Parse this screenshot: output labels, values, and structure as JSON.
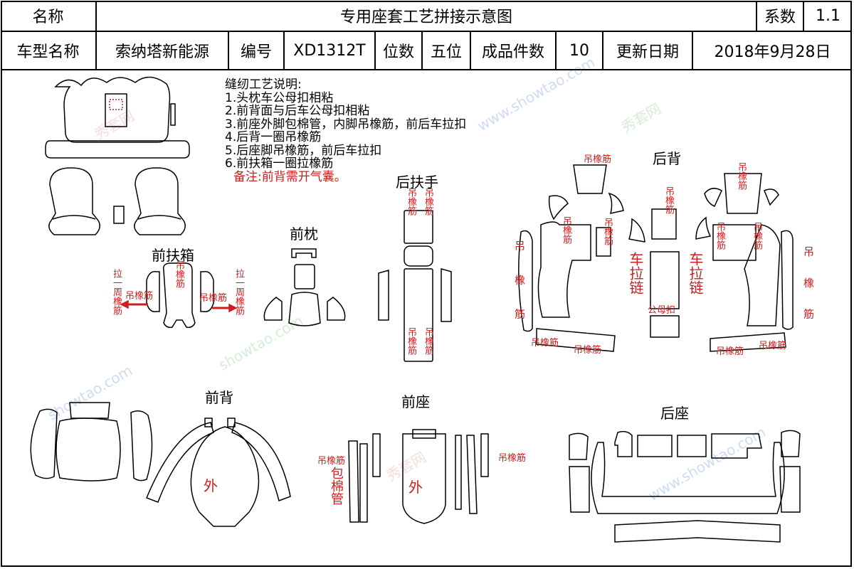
{
  "header": {
    "name_label": "名称",
    "doc_title": "专用座套工艺拼接示意图",
    "coef_label": "系数",
    "coef_value": "1.1",
    "model_label": "车型名称",
    "model_value": "索纳塔新能源",
    "code_label": "编号",
    "code_value": "XD1312T",
    "seats_label": "位数",
    "seats_value": "五位",
    "pieces_label": "成品件数",
    "pieces_value": "10",
    "date_label": "更新日期",
    "date_value": "2018年9月28日"
  },
  "notes": {
    "title": "缝纫工艺说明:",
    "items": [
      "1.头枕车公母扣相粘",
      "2.前背面与后车公母扣相粘",
      "3.前座外脚包棉管，内脚吊橡筋，前后车拉扣",
      "4.后背一圈吊橡筋",
      "5.后座脚吊橡筋，前后车拉扣",
      "6.前扶箱一圈拉橡筋"
    ],
    "remark": "备注:前背需开气囊。"
  },
  "sections": {
    "front_armrest": "前扶箱",
    "front_headrest": "前枕",
    "rear_armrest": "后扶手",
    "rear_back": "后背",
    "front_back": "前背",
    "front_seat": "前座",
    "rear_seat": "后座"
  },
  "annotations": {
    "elastic": "吊橡筋",
    "elastic_v": "吊橡筋",
    "pull_loop": "拉一周橡筋",
    "car_zipper": "车拉链",
    "snap": "公母扣",
    "outside": "外",
    "foam_tube": "包棉管",
    "elastic_split": "吊 橡 筋"
  },
  "watermark": {
    "text1": "秀套网",
    "text2": "showtao.com",
    "url": "www.showtao.com"
  },
  "colors": {
    "accent_red": "#cc1e1e",
    "line": "#000000"
  }
}
